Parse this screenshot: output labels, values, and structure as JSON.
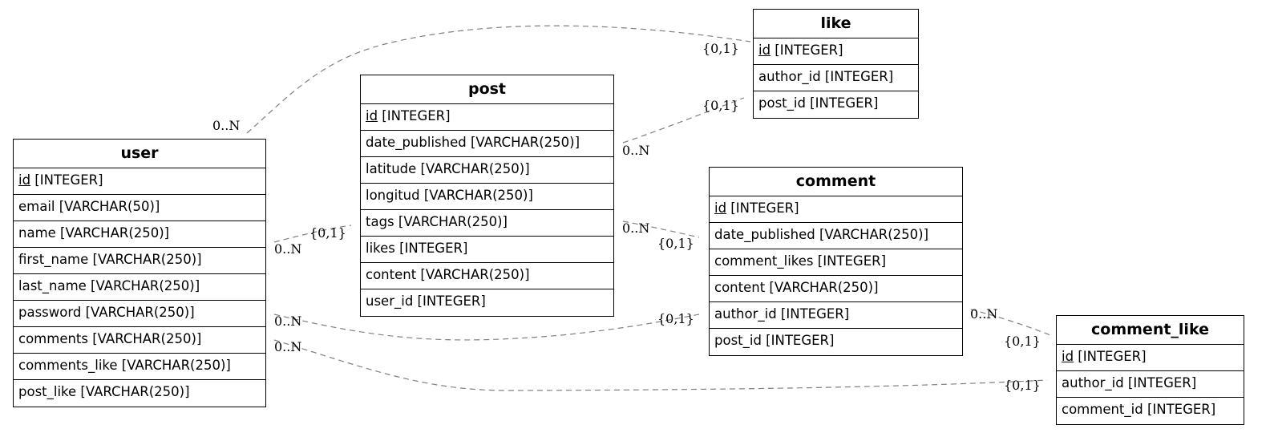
{
  "entities": {
    "user": {
      "name": "user",
      "pk": "id",
      "pk_type": " [INTEGER]",
      "fields": [
        "email [VARCHAR(50)]",
        "name [VARCHAR(250)]",
        "first_name [VARCHAR(250)]",
        "last_name [VARCHAR(250)]",
        "password [VARCHAR(250)]",
        "comments [VARCHAR(250)]",
        "comments_like [VARCHAR(250)]",
        "post_like [VARCHAR(250)]"
      ]
    },
    "post": {
      "name": "post",
      "pk": "id",
      "pk_type": " [INTEGER]",
      "fields": [
        "date_published [VARCHAR(250)]",
        "latitude [VARCHAR(250)]",
        "longitud [VARCHAR(250)]",
        "tags [VARCHAR(250)]",
        "likes [INTEGER]",
        "content [VARCHAR(250)]",
        "user_id [INTEGER]"
      ]
    },
    "like": {
      "name": "like",
      "pk": "id",
      "pk_type": " [INTEGER]",
      "fields": [
        "author_id [INTEGER]",
        "post_id [INTEGER]"
      ]
    },
    "comment": {
      "name": "comment",
      "pk": "id",
      "pk_type": " [INTEGER]",
      "fields": [
        "date_published [VARCHAR(250)]",
        "comment_likes [INTEGER]",
        "content [VARCHAR(250)]",
        "author_id [INTEGER]",
        "post_id [INTEGER]"
      ]
    },
    "comment_like": {
      "name": "comment_like",
      "pk": "id",
      "pk_type": " [INTEGER]",
      "fields": [
        "author_id [INTEGER]",
        "comment_id [INTEGER]"
      ]
    }
  },
  "relationships": [
    {
      "from": "user",
      "to": "like",
      "from_card": "0..N",
      "to_card": "{0,1}"
    },
    {
      "from": "post",
      "to": "like",
      "from_card": "0..N",
      "to_card": "{0,1}"
    },
    {
      "from": "user",
      "to": "post",
      "from_card": "0..N",
      "to_card": "{0,1}"
    },
    {
      "from": "post",
      "to": "comment",
      "from_card": "0..N",
      "to_card": "{0,1}"
    },
    {
      "from": "user",
      "to": "comment",
      "from_card": "0..N",
      "to_card": "{0,1}"
    },
    {
      "from": "user",
      "to": "comment_like",
      "from_card": "0..N",
      "to_card": "{0,1}"
    },
    {
      "from": "comment",
      "to": "comment_like",
      "from_card": "0..N",
      "to_card": "{0,1}"
    }
  ],
  "colors": {
    "edge": "#808080",
    "border": "#000000"
  }
}
